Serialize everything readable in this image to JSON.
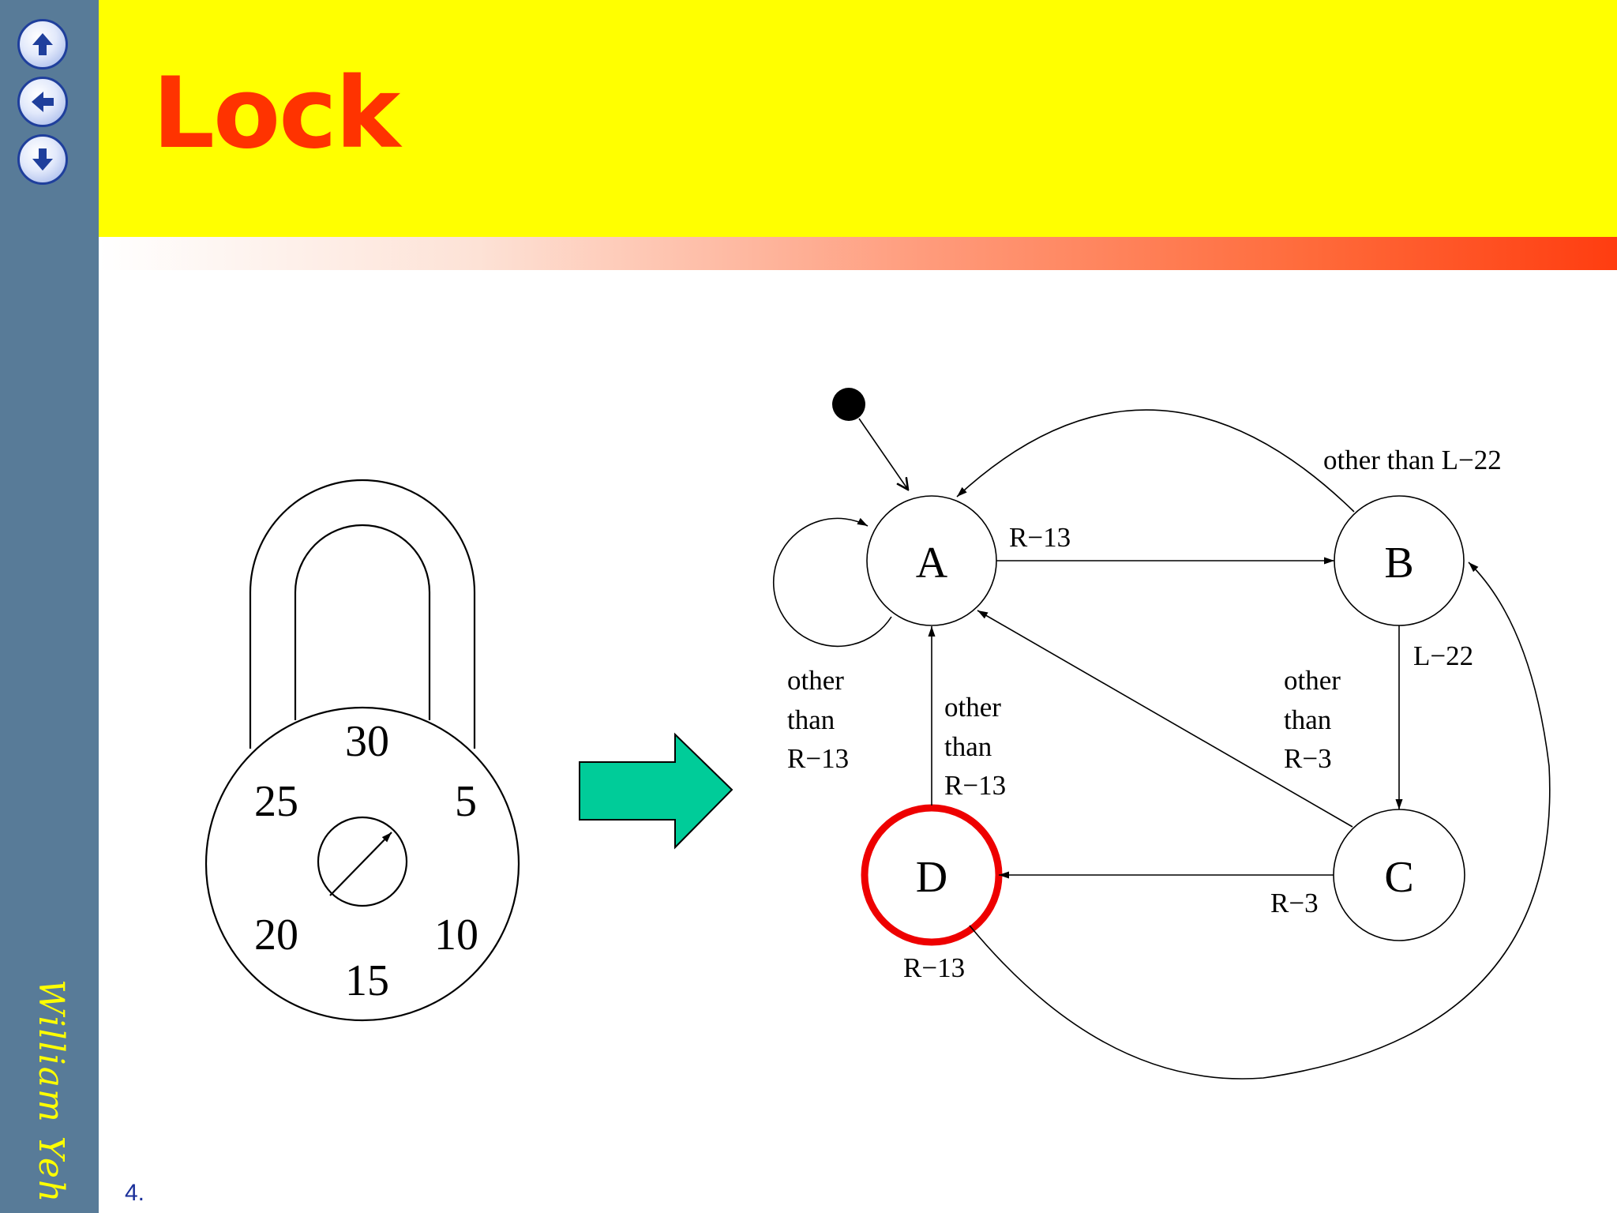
{
  "slide": {
    "title": "Lock",
    "author": "William Yeh",
    "page_number": "4."
  },
  "navigation": {
    "buttons": [
      {
        "name": "up",
        "icon": "arrow-up-icon"
      },
      {
        "name": "back",
        "icon": "arrow-left-icon"
      },
      {
        "name": "down",
        "icon": "arrow-down-icon"
      }
    ]
  },
  "colors": {
    "sidebar": "#587b98",
    "title_bar": "#ffff00",
    "title_text": "#ff3300",
    "author_text": "#ffff00",
    "arrow_fill": "#00cc99",
    "highlight_ring": "#ee0000"
  },
  "lock": {
    "dial_numbers": [
      "30",
      "5",
      "10",
      "15",
      "20",
      "25"
    ]
  },
  "state_machine": {
    "states": [
      "A",
      "B",
      "C",
      "D"
    ],
    "initial_state": "A",
    "highlighted_state": "D",
    "transitions": [
      {
        "from": "A",
        "to": "A",
        "label_lines": [
          "other",
          "than",
          "R−13"
        ]
      },
      {
        "from": "A",
        "to": "B",
        "label_lines": [
          "R−13"
        ]
      },
      {
        "from": "B",
        "to": "A",
        "label_lines": [
          "other than L−22"
        ]
      },
      {
        "from": "B",
        "to": "C",
        "label_lines": [
          "L−22"
        ]
      },
      {
        "from": "C",
        "to": "A",
        "label_lines": [
          "other",
          "than",
          "R−3"
        ]
      },
      {
        "from": "C",
        "to": "D",
        "label_lines": [
          "R−3"
        ]
      },
      {
        "from": "D",
        "to": "A",
        "label_lines": [
          "other",
          "than",
          "R−13"
        ]
      },
      {
        "from": "D",
        "to": "B",
        "label_lines": [
          "R−13"
        ]
      }
    ]
  }
}
